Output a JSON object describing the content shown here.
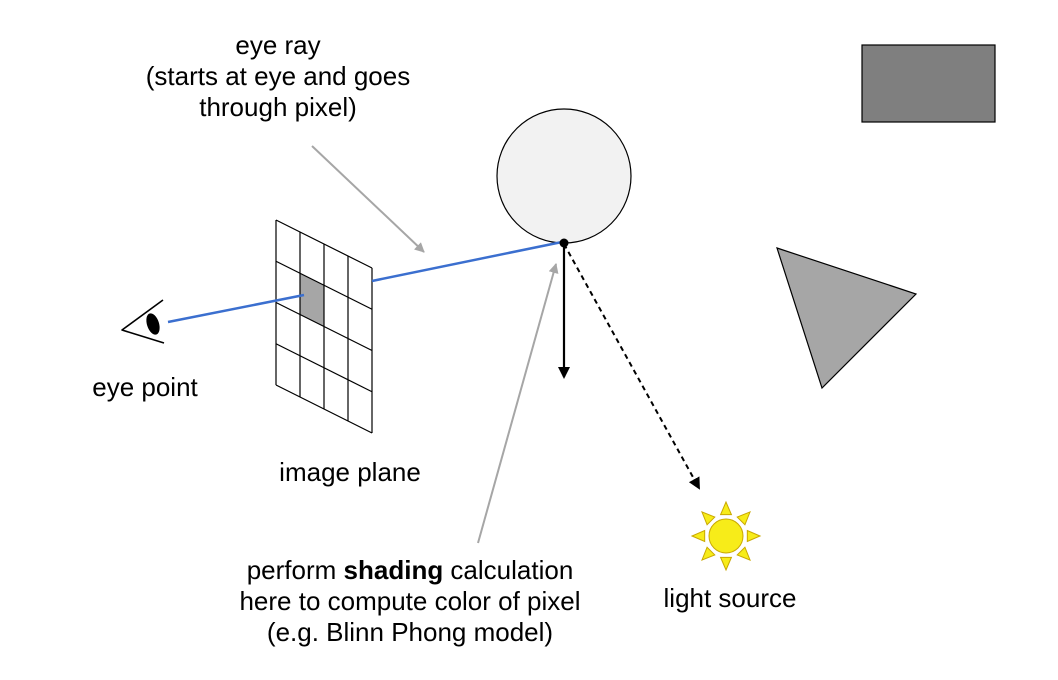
{
  "labels": {
    "eye_ray": {
      "line1": "eye ray",
      "line2": "(starts at eye and goes",
      "line3": "through pixel)"
    },
    "eye_point": "eye point",
    "image_plane": "image plane",
    "light_source": "light source",
    "shading": {
      "line1_prefix": "perform ",
      "line1_bold": "shading",
      "line1_suffix": " calculation",
      "line2": "here to compute color of pixel",
      "line3": "(e.g. Blinn Phong model)"
    }
  },
  "colors": {
    "ray": "#3b6fcf",
    "pointer": "#a6a6a6",
    "sphere_fill": "#f2f2f2",
    "rectangle_fill": "#7f7f7f",
    "triangle_fill": "#a6a6a6",
    "highlighted_pixel": "#a6a6a6",
    "sun_fill": "#f7ec19",
    "sun_stroke": "#c9a800"
  },
  "icons": {
    "eye": "eye-icon",
    "sun": "sun-icon"
  }
}
